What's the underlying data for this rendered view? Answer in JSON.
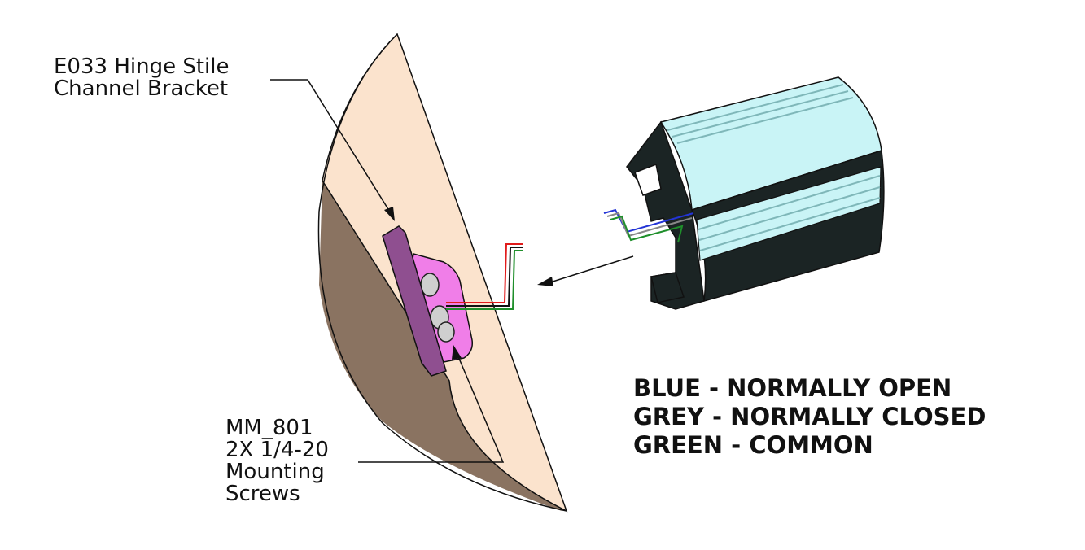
{
  "callouts": {
    "bracket": {
      "line1": "E033 Hinge Stile",
      "line2": "Channel Bracket"
    },
    "screws": {
      "line1": "MM_801",
      "line2": "2X 1/4-20",
      "line3": "Mounting",
      "line4": "Screws"
    }
  },
  "legend": [
    "BLUE - NORMALLY OPEN",
    "GREY - NORMALLY CLOSED",
    "GREEN - COMMON"
  ],
  "colors": {
    "door_face": "#fbe3cd",
    "door_edge": "#8a7361",
    "bracket": "#8f4f90",
    "plate": "#f07ee8",
    "channel_light": "#c9f4f6",
    "channel_dark": "#1b2424",
    "wire_red": "#e11b1b",
    "wire_green": "#1f8f2b",
    "wire_blue": "#2334d6",
    "wire_grey": "#888888"
  }
}
